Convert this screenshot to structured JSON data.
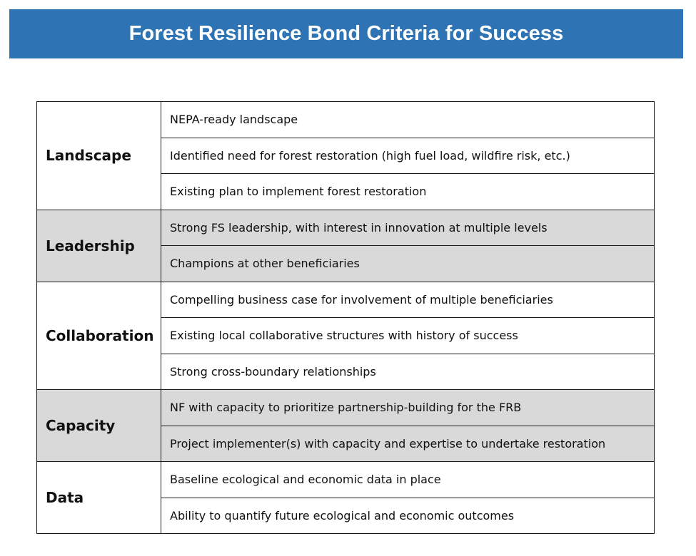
{
  "title": "Forest Resilience Bond Criteria for Success",
  "groups": [
    {
      "category": "Landscape",
      "shaded": false,
      "criteria": [
        "NEPA-ready landscape",
        "Identified need for forest restoration (high fuel load, wildfire risk, etc.)",
        "Existing plan to implement forest restoration"
      ]
    },
    {
      "category": "Leadership",
      "shaded": true,
      "criteria": [
        "Strong FS leadership, with interest in innovation at multiple levels",
        "Champions at other beneficiaries"
      ]
    },
    {
      "category": "Collaboration",
      "shaded": false,
      "criteria": [
        "Compelling business case for involvement of multiple beneficiaries",
        "Existing local collaborative structures with history of success",
        "Strong cross-boundary relationships"
      ]
    },
    {
      "category": "Capacity",
      "shaded": true,
      "criteria": [
        "NF with capacity to prioritize partnership-building for the FRB",
        "Project implementer(s) with capacity and expertise to undertake restoration"
      ]
    },
    {
      "category": "Data",
      "shaded": false,
      "criteria": [
        "Baseline ecological and economic data in place",
        "Ability to quantify future ecological and economic outcomes"
      ]
    }
  ]
}
